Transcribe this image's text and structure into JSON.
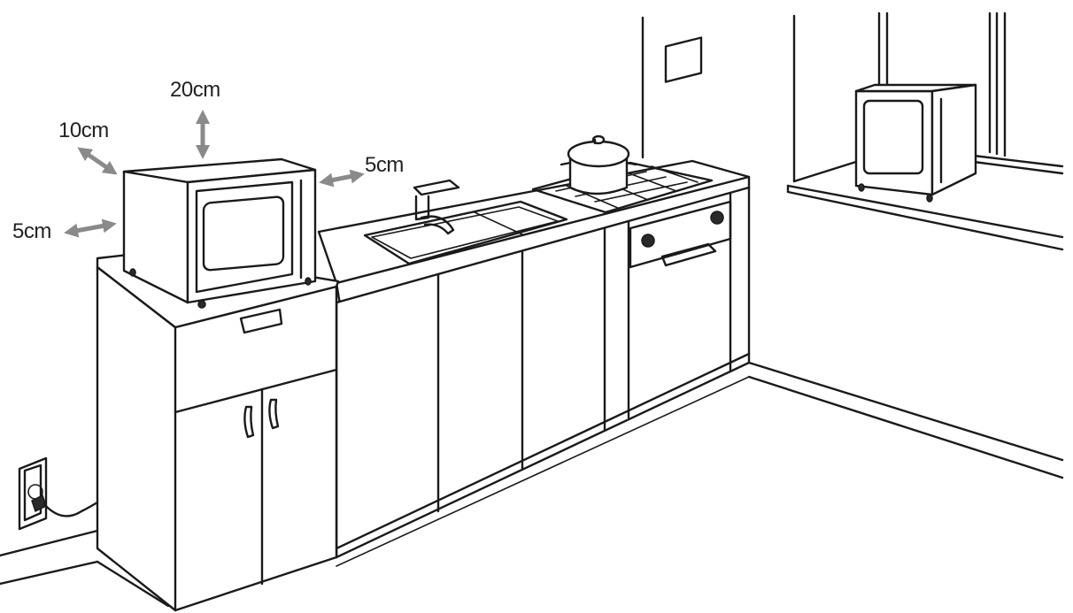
{
  "clearances": {
    "top": "20cm",
    "back": "10cm",
    "right_side": "5cm",
    "left_side": "5cm"
  },
  "colors": {
    "line": "#1a1a1a",
    "arrow": "#8a8a8a",
    "background": "#ffffff"
  },
  "icons": [
    "microwave-icon",
    "portable-tv-icon",
    "cooking-pot-icon",
    "faucet-icon",
    "wall-outlet-icon",
    "double-arrow-icon"
  ]
}
